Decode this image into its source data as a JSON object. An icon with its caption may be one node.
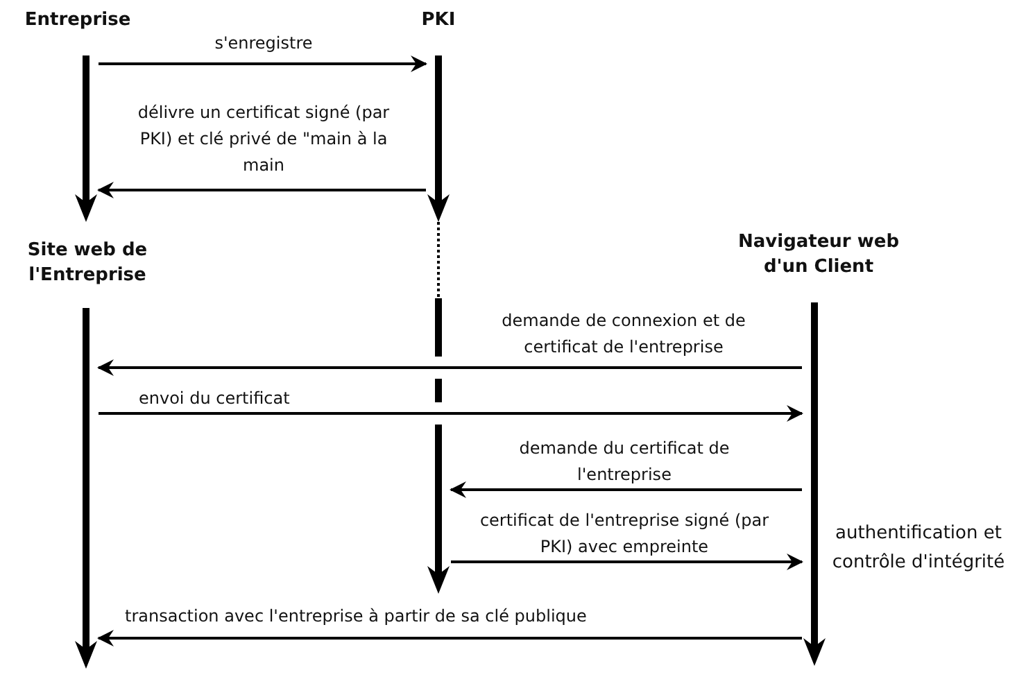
{
  "diagram": {
    "nodes": [
      {
        "text": [
          "Entreprise"
        ]
      },
      {
        "text": [
          "PKI"
        ]
      },
      {
        "text": [
          "Site web de l'Entreprise"
        ]
      },
      {
        "text": [
          "Navigateur web d'un Client"
        ]
      },
      {
        "text": [],
        "shape": "bar"
      },
      {
        "text": [],
        "shape": "bar"
      },
      {
        "text": [],
        "shape": "bar"
      },
      {
        "text": [],
        "shape": "bar"
      },
      {
        "text": [],
        "shape": "bar",
        "beside": [
          "authentification et contrôle d'intégrité"
        ]
      }
    ],
    "edges": [
      {
        "from": 4,
        "to": 6,
        "arrow": "to",
        "label": "s'enregistre"
      },
      {
        "from": 6,
        "to": 4,
        "arrow": "to",
        "label": "délivre un certificat signé (par PKI) et clé privé de \"main à la main"
      },
      {
        "from": 8,
        "to": 5,
        "arrow": "to",
        "label": "demande de connexion et de certificat de l'entreprise"
      },
      {
        "from": 5,
        "to": 8,
        "arrow": "to",
        "label": "envoi du certificat"
      },
      {
        "from": 8,
        "to": 7,
        "arrow": "to",
        "label": "demande du certificat de l'entreprise"
      },
      {
        "from": 7,
        "to": 8,
        "arrow": "to",
        "label": "certificat de l'entreprise signé (par PKI) avec empreinte"
      },
      {
        "from": 8,
        "to": 5,
        "arrow": "to",
        "label": "transaction avec l'entreprise à partir de sa clé publique"
      }
    ]
  }
}
